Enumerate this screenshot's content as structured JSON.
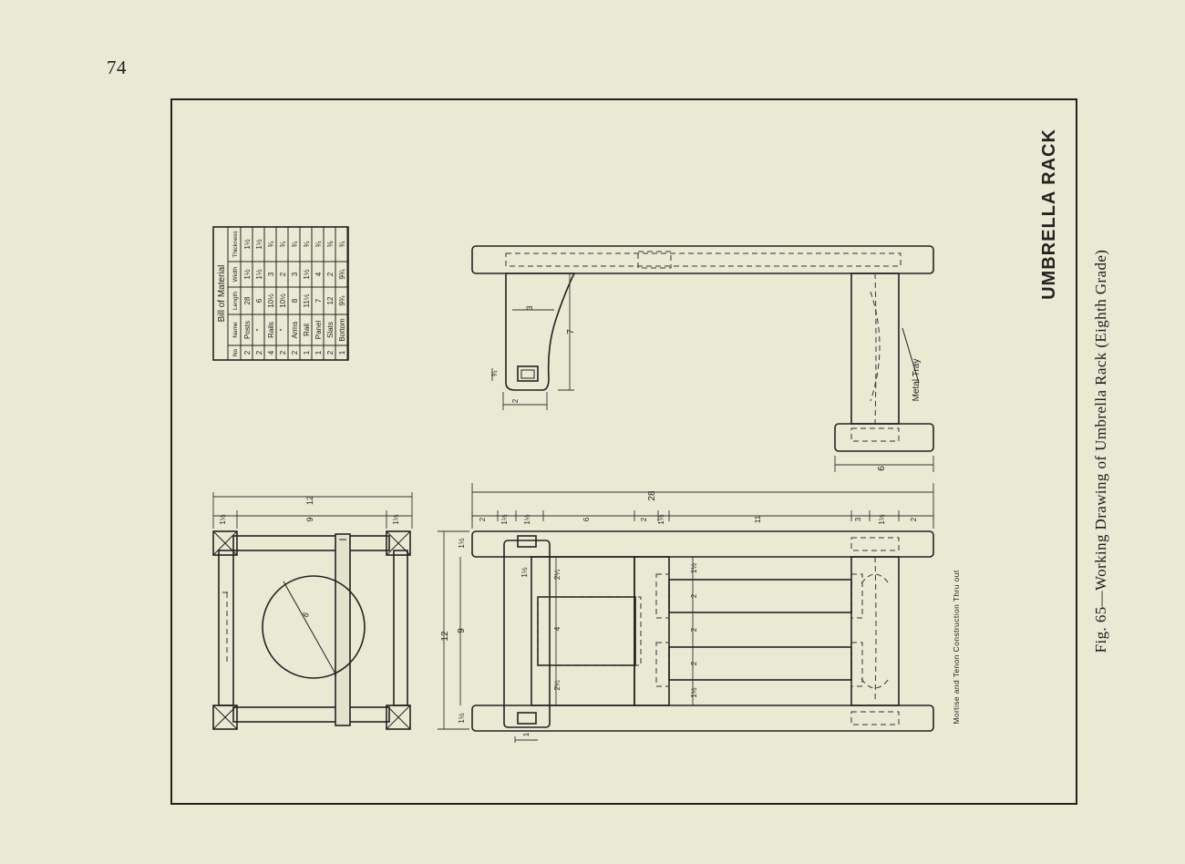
{
  "page": {
    "number": "74",
    "caption": "Fig. 65—Working Drawing of Umbrella Rack (Eighth Grade)"
  },
  "drawing": {
    "title": "UMBRELLA RACK",
    "note": "Mortise and Tenon Construction Thru out",
    "label_metal_tray": "Metal Tray",
    "bill_of_material": {
      "title": "Bill of Material",
      "headers": [
        "No",
        "Name",
        "Length",
        "Width",
        "Thickness"
      ],
      "rows": [
        [
          "2",
          "Posts",
          "28",
          "1½",
          "1½"
        ],
        [
          "2",
          "\"",
          "6",
          "1½",
          "1½"
        ],
        [
          "4",
          "Rails",
          "10½",
          "3",
          "¾"
        ],
        [
          "2",
          "\"",
          "10½",
          "2",
          "¾"
        ],
        [
          "2",
          "Arms",
          "8",
          "3",
          "¾"
        ],
        [
          "1",
          "Rail",
          "11½",
          "1½",
          "¾"
        ],
        [
          "1",
          "Panel",
          "7",
          "4",
          "¾"
        ],
        [
          "2",
          "Slats",
          "12",
          "2",
          "⅜"
        ],
        [
          "1",
          "Bottom",
          "9¾",
          "9¾",
          "¾"
        ]
      ]
    },
    "dimensions": {
      "top_view_overall": "12",
      "top_view_inner": "9",
      "top_view_post_a": "1½",
      "top_view_post_b": "1½",
      "top_view_circle": "6",
      "front_overall": "28",
      "front_segments": [
        "2",
        "1½",
        "1½",
        "6",
        "2",
        "1½",
        "11",
        "3",
        "1½",
        "2"
      ],
      "front_height": "12",
      "front_inner": "9",
      "front_post_top": "1½",
      "front_post_bottom": "1½",
      "front_rail": "1",
      "front_slats": [
        "1½",
        "2",
        "2",
        "2",
        "1½"
      ],
      "front_panel": [
        "2¼",
        "4",
        "2¼"
      ],
      "front_arm_tenon": "1½",
      "side_arm_height": "7",
      "side_arm_curve": "3",
      "side_arm_end": "2",
      "side_arm_mortise": "¾",
      "side_base": "6"
    }
  }
}
